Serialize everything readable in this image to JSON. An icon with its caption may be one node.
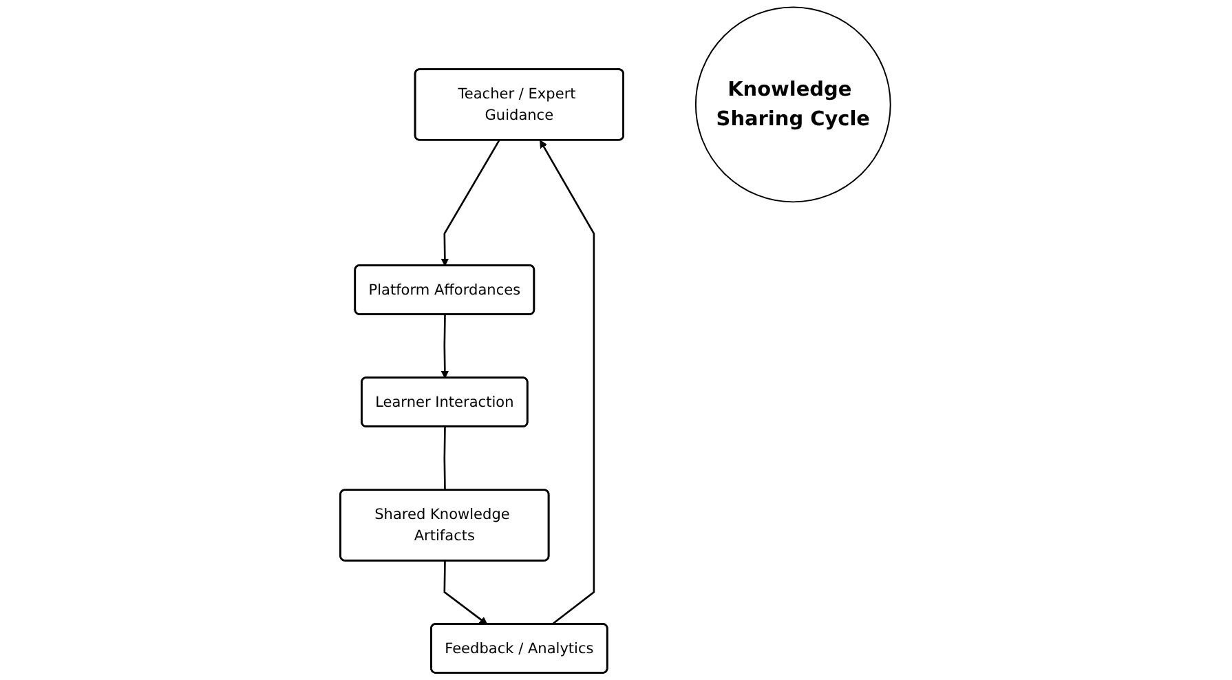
{
  "diagram": {
    "nodes": [
      {
        "text": [
          "Teacher / Expert Guidance"
        ]
      },
      {
        "text": [
          "Platform Affordances"
        ]
      },
      {
        "text": [
          "Learner Interaction"
        ]
      },
      {
        "text": [
          "Shared Knowledge Artifacts"
        ]
      },
      {
        "text": [
          "Feedback / Analytics"
        ]
      },
      {
        "text": [
          "Knowledge Sharing Cycle"
        ]
      }
    ],
    "edges": [
      {
        "from": 0,
        "to": 1,
        "arrow": "to"
      },
      {
        "from": 1,
        "to": 2,
        "arrow": "to"
      },
      {
        "from": 2,
        "to": 3,
        "arrow": "none"
      },
      {
        "from": 3,
        "to": 4,
        "arrow": "to"
      },
      {
        "from": 4,
        "to": 0,
        "arrow": "to"
      }
    ]
  }
}
